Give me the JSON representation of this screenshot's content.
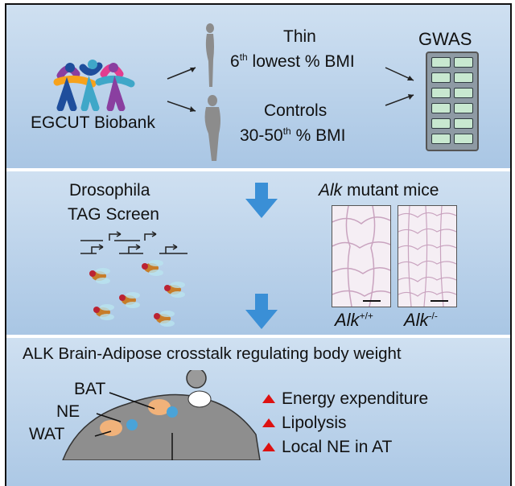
{
  "panel1": {
    "biobank_label": "EGCUT Biobank",
    "thin_label": "Thin",
    "thin_sub_pre": "6",
    "thin_sup": "th",
    "thin_sub_post": " lowest % BMI",
    "controls_label": "Controls",
    "controls_sub_pre": "30-50",
    "controls_sup": "th",
    "controls_sub_post": " % BMI",
    "gwas_label": "GWAS"
  },
  "panel2": {
    "screen_line1": "Drosophila",
    "screen_line2": "TAG Screen",
    "mice_italic": "Alk",
    "mice_rest": " mutant mice",
    "wt_label": "Alk",
    "wt_sup": "+/+",
    "ko_label": "Alk",
    "ko_sup": "-/-"
  },
  "panel3": {
    "title": "ALK Brain-Adipose crosstalk regulating body weight",
    "bat_label": "BAT",
    "ne_label": "NE",
    "wat_label": "WAT",
    "effects": [
      "Energy expenditure",
      "Lipolysis",
      "Local NE in AT"
    ]
  },
  "colors": {
    "panel_top": "#cfe0f1",
    "panel_bottom": "#a9c6e4",
    "arrow_blue": "#3a8fd6",
    "red_arrow": "#d11"
  }
}
